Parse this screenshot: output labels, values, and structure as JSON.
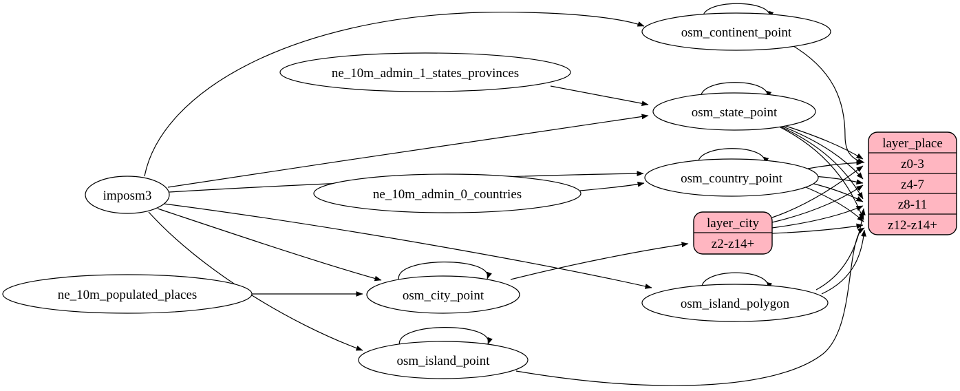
{
  "diagram": {
    "colors": {
      "background": "#ffffff",
      "node_fill": "#ffffff",
      "record_fill": "#ffb6c1",
      "stroke": "#000000"
    },
    "nodes": {
      "imposm3": {
        "label": "imposm3"
      },
      "ne_10m_admin_1_states_provinces": {
        "label": "ne_10m_admin_1_states_provinces"
      },
      "ne_10m_admin_0_countries": {
        "label": "ne_10m_admin_0_countries"
      },
      "ne_10m_populated_places": {
        "label": "ne_10m_populated_places"
      },
      "osm_continent_point": {
        "label": "osm_continent_point"
      },
      "osm_state_point": {
        "label": "osm_state_point"
      },
      "osm_country_point": {
        "label": "osm_country_point"
      },
      "osm_city_point": {
        "label": "osm_city_point"
      },
      "osm_island_polygon": {
        "label": "osm_island_polygon"
      },
      "osm_island_point": {
        "label": "osm_island_point"
      }
    },
    "records": {
      "layer_city": {
        "title": "layer_city",
        "rows": [
          "z2-z14+"
        ]
      },
      "layer_place": {
        "title": "layer_place",
        "rows": [
          "z0-3",
          "z4-7",
          "z8-11",
          "z12-z14+"
        ]
      }
    },
    "edges": [
      {
        "from": "imposm3",
        "to": "osm_continent_point"
      },
      {
        "from": "imposm3",
        "to": "osm_state_point"
      },
      {
        "from": "imposm3",
        "to": "osm_country_point"
      },
      {
        "from": "imposm3",
        "to": "osm_city_point"
      },
      {
        "from": "imposm3",
        "to": "osm_island_polygon"
      },
      {
        "from": "imposm3",
        "to": "osm_island_point"
      },
      {
        "from": "ne_10m_admin_1_states_provinces",
        "to": "osm_state_point"
      },
      {
        "from": "ne_10m_admin_0_countries",
        "to": "osm_country_point"
      },
      {
        "from": "ne_10m_populated_places",
        "to": "osm_city_point"
      },
      {
        "from": "osm_continent_point",
        "to": "osm_continent_point",
        "type": "self-loop"
      },
      {
        "from": "osm_state_point",
        "to": "osm_state_point",
        "type": "self-loop"
      },
      {
        "from": "osm_country_point",
        "to": "osm_country_point",
        "type": "self-loop"
      },
      {
        "from": "osm_city_point",
        "to": "osm_city_point",
        "type": "self-loop"
      },
      {
        "from": "osm_island_polygon",
        "to": "osm_island_polygon",
        "type": "self-loop"
      },
      {
        "from": "osm_island_point",
        "to": "osm_island_point",
        "type": "self-loop"
      },
      {
        "from": "osm_continent_point",
        "to": "layer_place:z0-3"
      },
      {
        "from": "osm_state_point",
        "to": "layer_place:z0-3"
      },
      {
        "from": "osm_state_point",
        "to": "layer_place:z4-7"
      },
      {
        "from": "osm_state_point",
        "to": "layer_place:z8-11"
      },
      {
        "from": "osm_state_point",
        "to": "layer_place:z12-z14+"
      },
      {
        "from": "osm_country_point",
        "to": "layer_place:z0-3"
      },
      {
        "from": "osm_country_point",
        "to": "layer_place:z4-7"
      },
      {
        "from": "osm_country_point",
        "to": "layer_place:z8-11"
      },
      {
        "from": "osm_country_point",
        "to": "layer_place:z12-z14+"
      },
      {
        "from": "osm_city_point",
        "to": "layer_city:z2-z14+"
      },
      {
        "from": "layer_city",
        "to": "layer_place:z0-3"
      },
      {
        "from": "layer_city",
        "to": "layer_place:z4-7"
      },
      {
        "from": "layer_city",
        "to": "layer_place:z8-11"
      },
      {
        "from": "layer_city",
        "to": "layer_place:z12-z14+"
      },
      {
        "from": "osm_island_polygon",
        "to": "layer_place:z8-11"
      },
      {
        "from": "osm_island_polygon",
        "to": "layer_place:z12-z14+"
      },
      {
        "from": "osm_island_point",
        "to": "layer_place:z12-z14+"
      }
    ]
  }
}
